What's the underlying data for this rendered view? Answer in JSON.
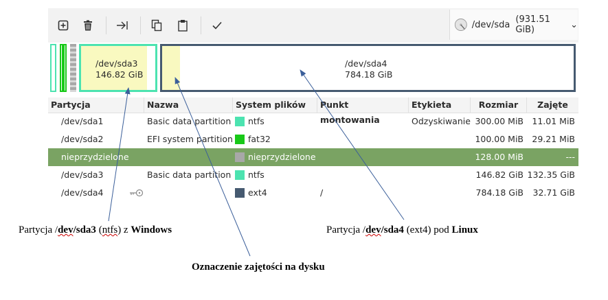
{
  "toolbar": {
    "buttons": [
      "new-partition",
      "delete",
      "resize-move",
      "copy",
      "paste",
      "apply"
    ],
    "device": {
      "name": "/dev/sda",
      "size": "(931.51 GiB)"
    }
  },
  "partition_bar": {
    "sda3": {
      "name": "/dev/sda3",
      "size": "146.82 GiB"
    },
    "sda4": {
      "name": "/dev/sda4",
      "size": "784.18 GiB"
    },
    "colors": {
      "ntfs": "#4ce3b0",
      "fat32": "#18c918",
      "ext4": "#465a70",
      "unallocated": "#a8a8a8",
      "used": "#f9f9c0"
    }
  },
  "table": {
    "headers": [
      "Partycja",
      "Nazwa",
      "System plików",
      "Punkt montowania",
      "Etykieta",
      "Rozmiar",
      "Zajęte"
    ],
    "rows": [
      {
        "partition": "/dev/sda1",
        "name": "Basic data partition",
        "fs": "ntfs",
        "mount": "",
        "label": "Odzyskiwanie",
        "size": "300.00 MiB",
        "used": "11.01 MiB"
      },
      {
        "partition": "/dev/sda2",
        "name": "EFI system partition",
        "fs": "fat32",
        "mount": "",
        "label": "",
        "size": "100.00 MiB",
        "used": "29.21 MiB"
      },
      {
        "partition": "nieprzydzielone",
        "name": "",
        "fs": "nieprzydzielone",
        "mount": "",
        "label": "",
        "size": "128.00 MiB",
        "used": "---"
      },
      {
        "partition": "/dev/sda3",
        "name": "Basic data partition",
        "fs": "ntfs",
        "mount": "",
        "label": "",
        "size": "146.82 GiB",
        "used": "132.35 GiB"
      },
      {
        "partition": "/dev/sda4",
        "name": "",
        "fs": "ext4",
        "mount": "/",
        "label": "",
        "size": "784.18 GiB",
        "used": "32.71 GiB"
      }
    ]
  },
  "annotations": {
    "left": {
      "prefix": "Partycja /",
      "dev": "dev",
      "mid": "/sda3",
      "paren_open": " (",
      "fs": "ntfs",
      "paren_close": ") z ",
      "os": "Windows"
    },
    "right": {
      "prefix": "Partycja /",
      "dev": "dev",
      "mid": "/sda4",
      "rest": " (ext4) pod ",
      "os": "Linux"
    },
    "bottom": "Oznaczenie zajętości na dysku"
  }
}
